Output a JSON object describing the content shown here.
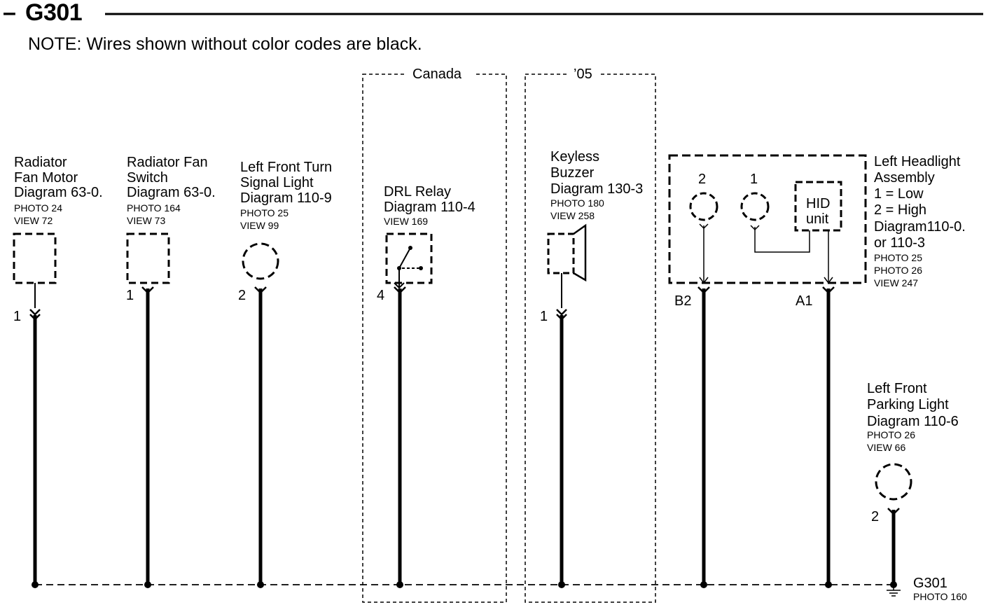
{
  "header": {
    "dash": "–",
    "title": "G301",
    "note": "NOTE: Wires shown without color codes are black."
  },
  "regions": {
    "canada": "Canada",
    "year": "’05"
  },
  "components": {
    "radiator_fan_motor": {
      "name_line1": "Radiator",
      "name_line2": "Fan Motor",
      "diagram": "Diagram 63-0.",
      "photo": "PHOTO 24",
      "view": "VIEW 72",
      "pin": "1"
    },
    "radiator_fan_switch": {
      "name_line1": "Radiator Fan",
      "name_line2": "Switch",
      "diagram": "Diagram 63-0.",
      "photo": "PHOTO 164",
      "view": "VIEW 73",
      "pin": "1"
    },
    "left_front_turn": {
      "name_line1": "Left Front Turn",
      "name_line2": "Signal Light",
      "diagram": "Diagram 110-9",
      "photo": "PHOTO 25",
      "view": "VIEW 99",
      "pin": "2"
    },
    "drl_relay": {
      "name_line1": "DRL Relay",
      "diagram": "Diagram  110-4",
      "view": "VIEW 169",
      "pin": "4"
    },
    "keyless_buzzer": {
      "name_line1": "Keyless",
      "name_line2": "Buzzer",
      "diagram": "Diagram 130-3",
      "photo": "PHOTO 180",
      "view": "VIEW 258",
      "pin": "1"
    },
    "left_headlight": {
      "name_line1": "Left Headlight",
      "name_line2": "Assembly",
      "legend1": "1 =  Low",
      "legend2": "2 =  High",
      "diagram": "Diagram110-0.",
      "diagram_alt": "or 110-3",
      "photo1": "PHOTO 25",
      "photo2": "PHOTO 26",
      "view": "VIEW 247",
      "bulb_high_num": "2",
      "bulb_low_num": "1",
      "hid_line1": "HID",
      "hid_line2": "unit",
      "pin_b2": "B2",
      "pin_a1": "A1"
    },
    "left_front_parking": {
      "name_line1": "Left Front",
      "name_line2": "Parking Light",
      "diagram": "Diagram  110-6",
      "photo": "PHOTO 26",
      "view": "VIEW 66",
      "pin": "2"
    }
  },
  "ground": {
    "name": "G301",
    "photo": "PHOTO 160"
  }
}
